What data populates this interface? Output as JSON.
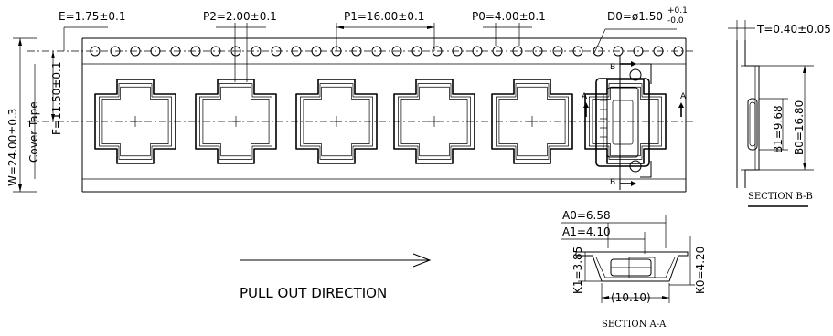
{
  "dimensions": {
    "e": "E=1.75±0.1",
    "p2": "P2=2.00±0.1",
    "p1": "P1=16.00±0.1",
    "p0": "P0=4.00±0.1",
    "d0": "D0=ø1.50",
    "d0_tol_plus": "+0.1",
    "d0_tol_minus": "-0.0",
    "t": "T=0.40±0.05",
    "w": "W=24.00±0.3",
    "cover_tape": "Cover Tape",
    "f": "F=11.50±0.1",
    "b1": "B1=9.68",
    "b0": "B0=16.80",
    "a0": "A0=6.58",
    "a1": "A1=4.10",
    "k1": "K1=3.85",
    "k0": "K0=4.20",
    "center_width": "(10.10)"
  },
  "labels": {
    "section_bb": "SECTION B-B",
    "section_aa": "SECTION A-A",
    "pull_out": "PULL OUT DIRECTION",
    "marker_a": "A",
    "marker_b": "B"
  }
}
